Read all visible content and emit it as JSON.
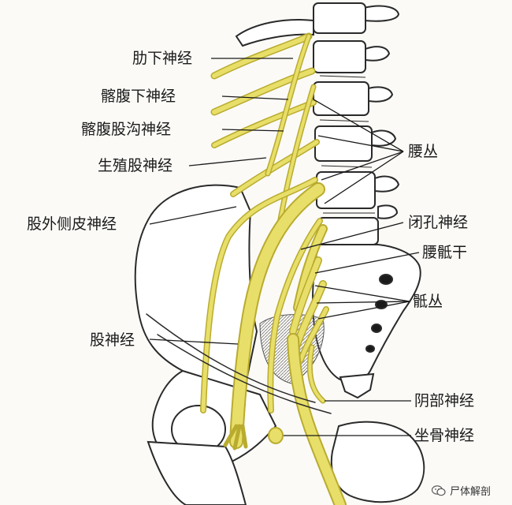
{
  "labels": {
    "subcostal": "肋下神经",
    "iliohypogastric": "髂腹下神经",
    "ilioinguinal": "髂腹股沟神经",
    "genitofemoral": "生殖股神经",
    "lateral_femoral_cutaneous": "股外侧皮神经",
    "femoral": "股神经",
    "lumbar_plexus": "腰丛",
    "obturator": "闭孔神经",
    "lumbosacral_trunk": "腰骶干",
    "sacral_plexus": "骶丛",
    "pudendal": "阴部神经",
    "sciatic": "坐骨神经"
  },
  "watermark": {
    "text": "尸体解剖",
    "icon": "wechat-icon"
  },
  "colors": {
    "nerve": "#e8df6a",
    "nerve_dark": "#b9ab2e",
    "bone_line": "#2a2a2a",
    "bone_fill": "#ffffff",
    "shade": "#8d8d8d"
  }
}
